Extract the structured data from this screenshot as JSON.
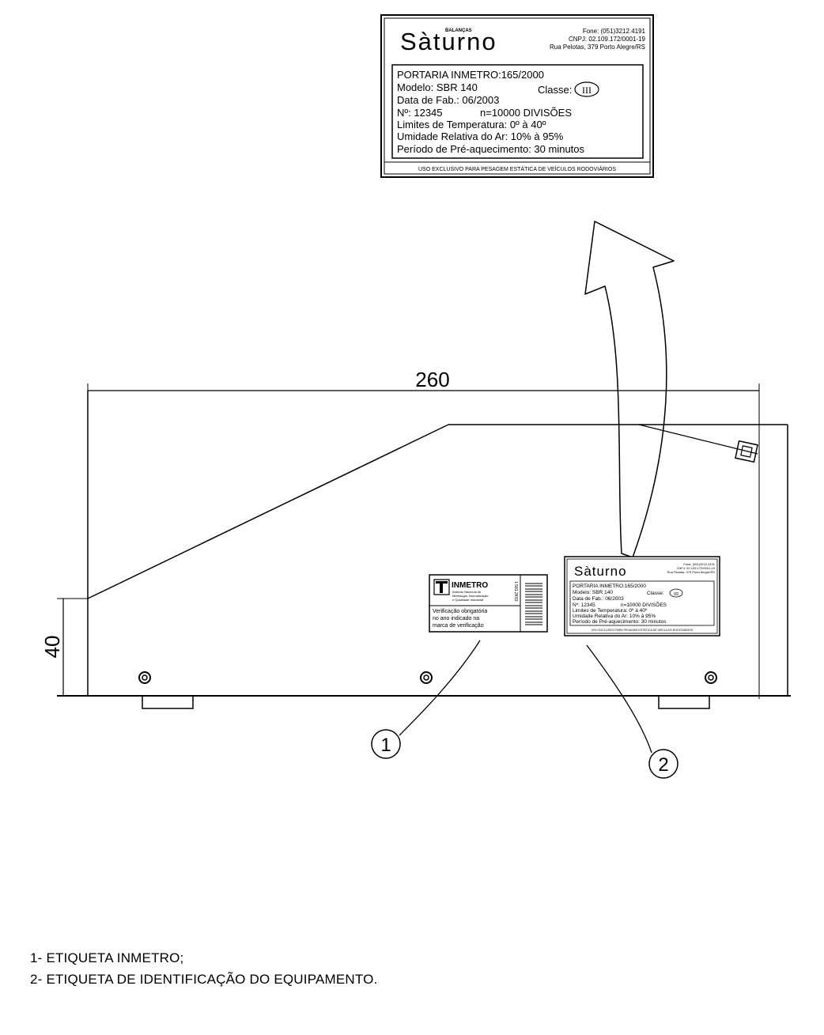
{
  "dimensions": {
    "width": "260",
    "height": "40"
  },
  "label_large": {
    "brand": "Sàturno",
    "brand_tag": "BALANÇAS",
    "fone": "Fone: (051)3212.4191",
    "cnpj": "CNPJ: 02.109.172/0001-19",
    "address": "Rua Pelotas, 379 Porto Alegre/RS",
    "lines": [
      "PORTARIA INMETRO:165/2000",
      "Modelo: SBR 140",
      "Data de Fab.: 06/2003",
      "Nº: 12345",
      "Limites de Temperatura: 0º à 40º",
      "Umidade Relativa do Ar: 10% à 95%",
      "Período de Pré-aquecimento: 30 minutos"
    ],
    "classe_label": "Classe:",
    "classe_value": "III",
    "divisoes": "n=10000 DIVISÕES",
    "footer": "USO EXCLUSIVO PARA PESAGEM ESTÁTICA DE VEÍCULOS RODOVIÁRIOS"
  },
  "label_small": {
    "brand": "Sàturno",
    "fone": "Fone: (051)3212.4191",
    "cnpj": "CNPJ: 02.109.172/0001-19",
    "address": "Rua Pelotas, 379 Porto Alegre/RS",
    "lines": [
      "PORTARIA INMETRO:165/2000",
      "Modelo: SBR 140",
      "Data de Fab.: 06/2003",
      "Nº: 12345",
      "Limites de Temperatura: 0º à 40º",
      "Umidade Relativa do Ar: 10% à 95%",
      "Período de Pré-aquecimento: 30 minutos"
    ],
    "classe_label": "Classe:",
    "classe_value": "III",
    "divisoes": "n=10000 DIVISÕES",
    "footer": "USO EXCLUSIVO PARA PESAGEM ESTÁTICA DE VEÍCULOS RODOVIÁRIOS"
  },
  "inmetro_label": {
    "title": "INMETRO",
    "subtitle": [
      "Instituto Nacional de",
      "Metrologia, Normalização",
      "e Qualidade Industrial"
    ],
    "text": [
      "Verificação obrigatória",
      "no ano indicado na",
      "marca de verificação"
    ],
    "code": "1.581.2K83"
  },
  "callouts": [
    "1",
    "2"
  ],
  "legend": [
    "1- ETIQUETA INMETRO;",
    "2- ETIQUETA DE IDENTIFICAÇÃO DO EQUIPAMENTO."
  ]
}
